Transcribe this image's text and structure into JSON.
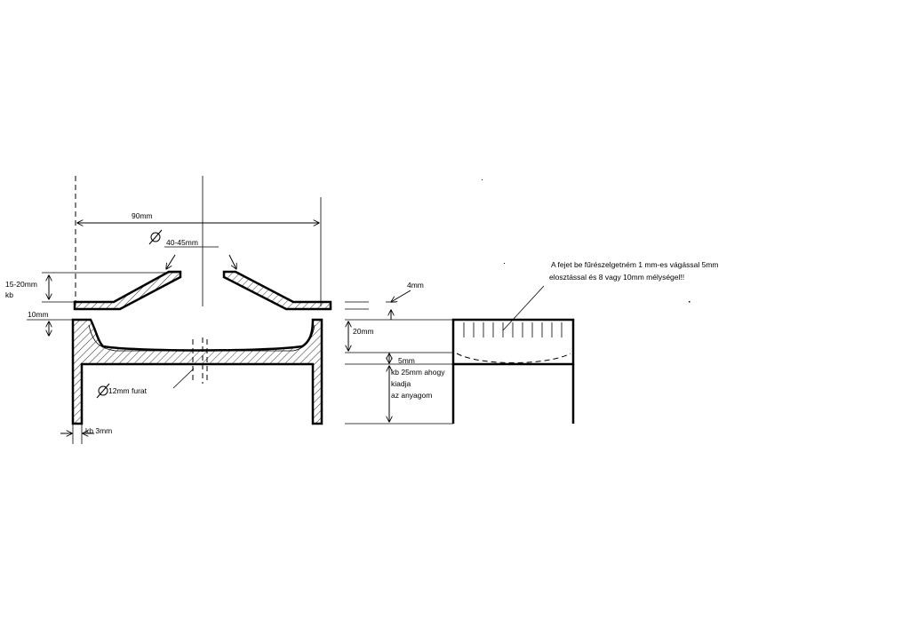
{
  "labels": {
    "width_90": "90mm",
    "diameter_top": "40-45mm",
    "height_15_20": "15-20mm",
    "height_15_20_note": "kb",
    "ten_mm": "10mm",
    "four_mm": "4mm",
    "twenty_mm": "20mm",
    "five_mm": "5mm",
    "kb25_line1": "kb 25mm ahogy",
    "kb25_line2": "kiadja",
    "kb25_line3": "az anyagom",
    "hole": "12mm   furat",
    "wall": "kb 3mm",
    "note_line1": "A fejet be fűrészelgetném 1 mm-es vágással 5mm",
    "note_line2": "elosztással és 8 vagy 10mm mélységel!!"
  }
}
